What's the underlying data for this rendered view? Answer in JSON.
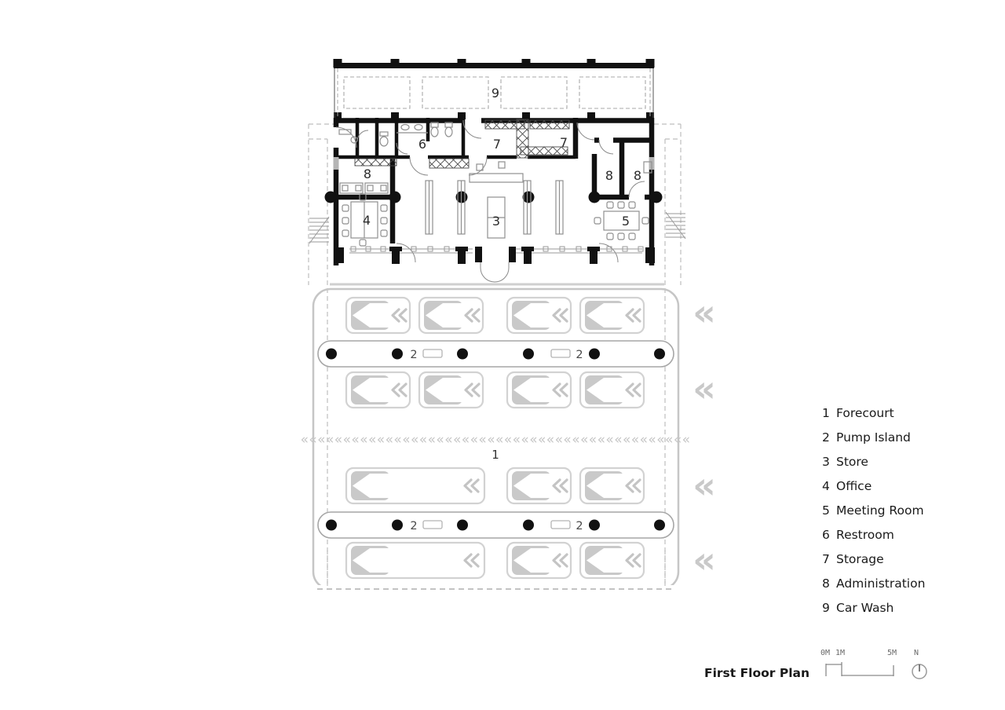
{
  "colors": {
    "wall": "#111111",
    "furniture_line": "#8f8f8f",
    "forecourt_line": "#c6c6c6",
    "marking_gray": "#c9c9c9",
    "dash_gray": "#bdbdbd",
    "text": "#1a1a1a"
  },
  "plan": {
    "labels": {
      "car_wash": "9",
      "restroom": "6",
      "storage_left": "7",
      "storage_right": "7",
      "admin_left": "8",
      "admin_mid": "8",
      "admin_right": "8",
      "office": "4",
      "store": "3",
      "meeting_room": "5",
      "forecourt": "1",
      "pump1_left": "2",
      "pump1_right": "2",
      "pump2_left": "2",
      "pump2_right": "2"
    },
    "lane_chevrons": "««««««««««««««««««««««««««««««««««««««««««««««",
    "exit_chevron": "«"
  },
  "legend": {
    "items": [
      {
        "num": "1",
        "label": "Forecourt"
      },
      {
        "num": "2",
        "label": "Pump Island"
      },
      {
        "num": "3",
        "label": "Store"
      },
      {
        "num": "4",
        "label": "Office"
      },
      {
        "num": "5",
        "label": "Meeting Room"
      },
      {
        "num": "6",
        "label": "Restroom"
      },
      {
        "num": "7",
        "label": "Storage"
      },
      {
        "num": "8",
        "label": "Administration"
      },
      {
        "num": "9",
        "label": "Car Wash"
      }
    ]
  },
  "footer": {
    "title": "First Floor Plan",
    "scale": {
      "zero": "0M",
      "one": "1M",
      "five": "5M"
    },
    "north": "N"
  }
}
